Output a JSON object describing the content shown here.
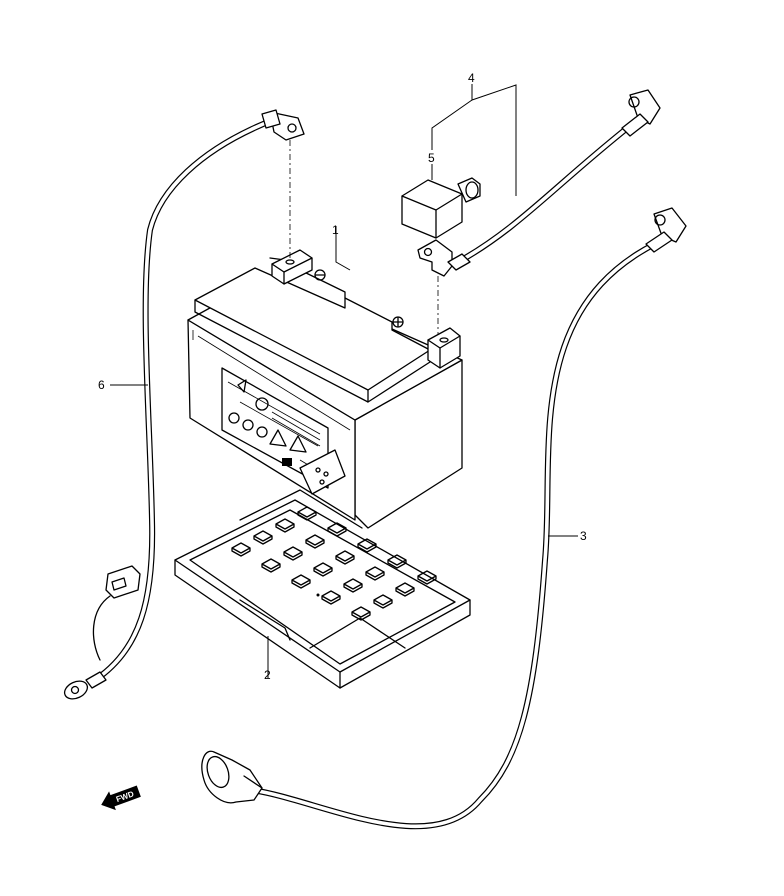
{
  "parts": [
    {
      "id": "battery",
      "callout": "1"
    },
    {
      "id": "battery-tray",
      "callout": "2"
    },
    {
      "id": "negative-cable",
      "callout": "3"
    },
    {
      "id": "positive-cable",
      "callout": "4"
    },
    {
      "id": "terminal-cover",
      "callout": "5"
    },
    {
      "id": "ground-wire",
      "callout": "6"
    }
  ],
  "direction_indicator": {
    "label": "FWD",
    "icon": "direction-arrow-icon"
  }
}
